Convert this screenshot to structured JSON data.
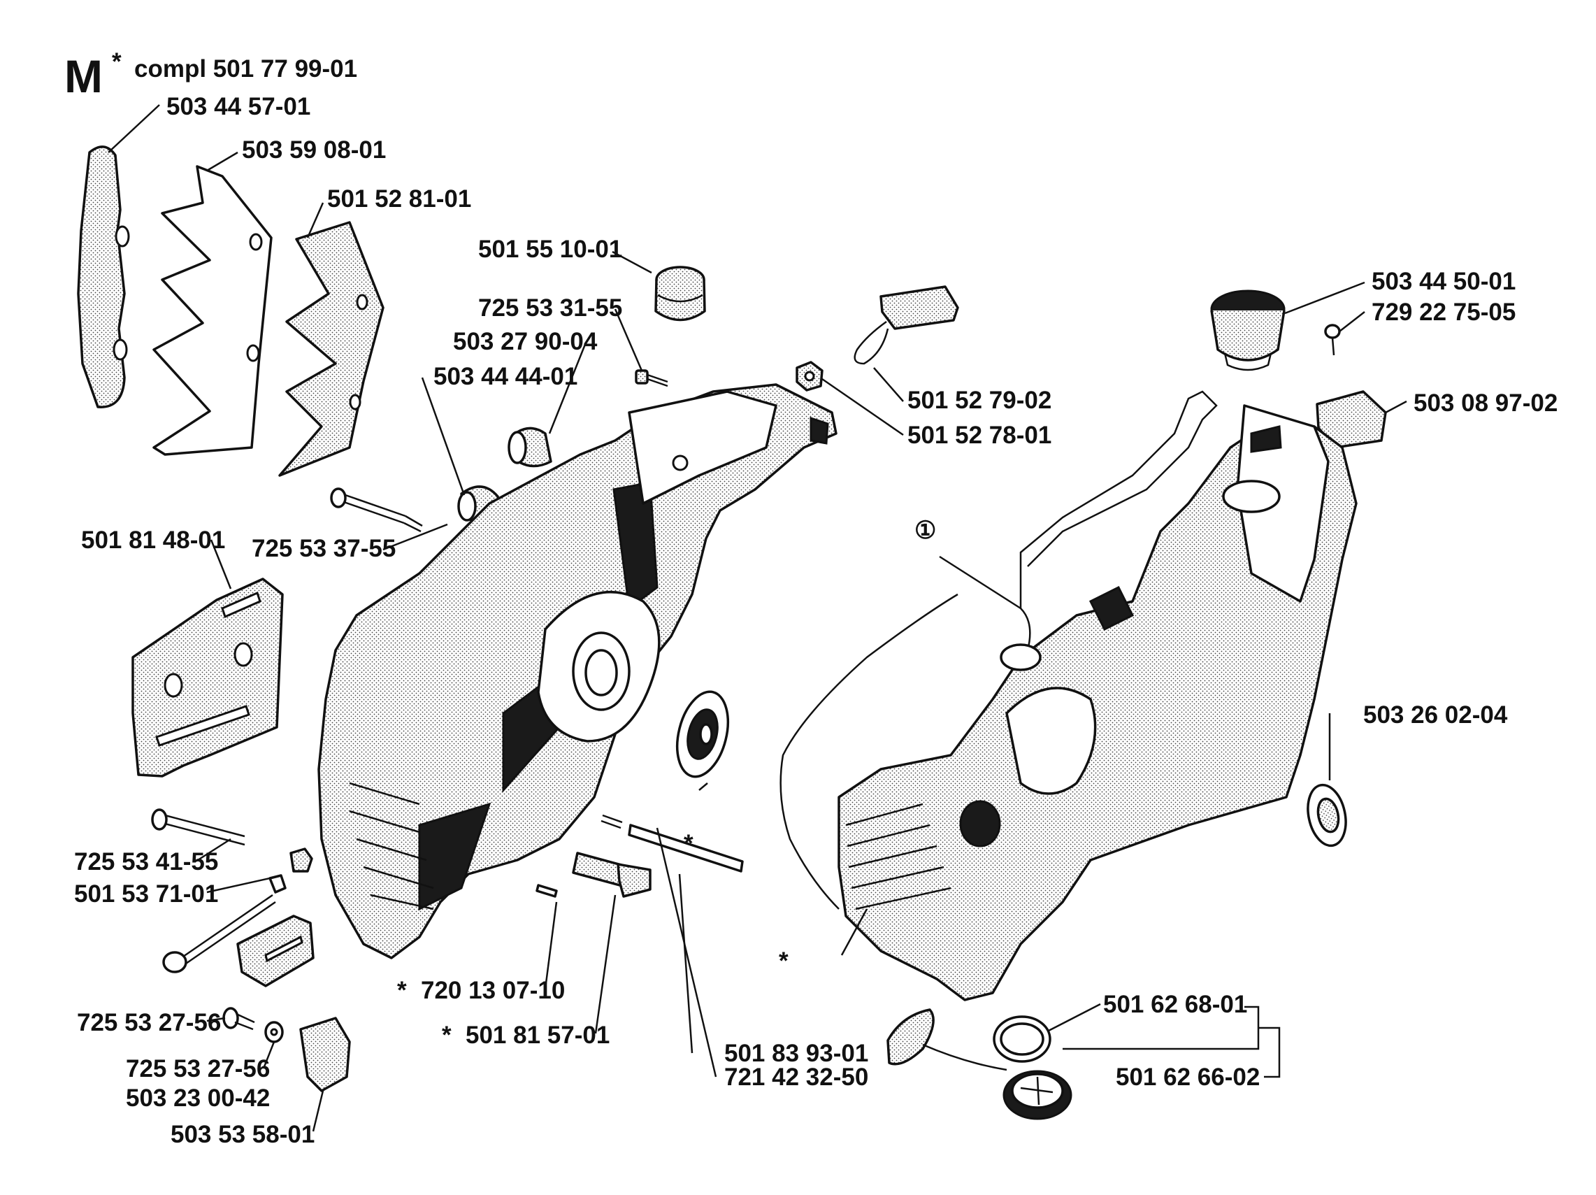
{
  "header": {
    "section_letter": "M",
    "compl_text": "compl 501 77 99-01"
  },
  "symbols": {
    "asterisk": "*",
    "circled_one": "①"
  },
  "labels": {
    "p503_44_57_01": "503 44 57-01",
    "p503_59_08_01": "503 59 08-01",
    "p501_52_81_01": "501 52 81-01",
    "p501_55_10_01": "501 55 10-01",
    "p725_53_31_55": "725 53 31-55",
    "p503_27_90_04": "503 27 90-04",
    "p503_44_44_01": "503 44 44-01",
    "p501_52_79_02": "501 52 79-02",
    "p501_52_78_01": "501 52 78-01",
    "p503_44_50_01": "503 44 50-01",
    "p729_22_75_05": "729 22 75-05",
    "p503_08_97_02": "503 08 97-02",
    "p501_81_48_01": "501 81 48-01",
    "p725_53_37_55": "725 53 37-55",
    "p503_26_02_04": "503 26 02-04",
    "p725_53_41_55": "725 53 41-55",
    "p501_53_71_01": "501 53 71-01",
    "p720_13_07_10": "720 13 07-10",
    "p501_81_57_01": "501 81 57-01",
    "p725_53_27_56_a": "725 53 27-56",
    "p725_53_27_56_b": "725 53 27-56",
    "p503_23_00_42": "503 23 00-42",
    "p503_53_58_01": "503 53 58-01",
    "p501_83_93_01": "501 83 93-01",
    "p721_42_32_50": "721 42 32-50",
    "p501_62_68_01": "501 62 68-01",
    "p501_62_66_02": "501 62 66-02"
  }
}
